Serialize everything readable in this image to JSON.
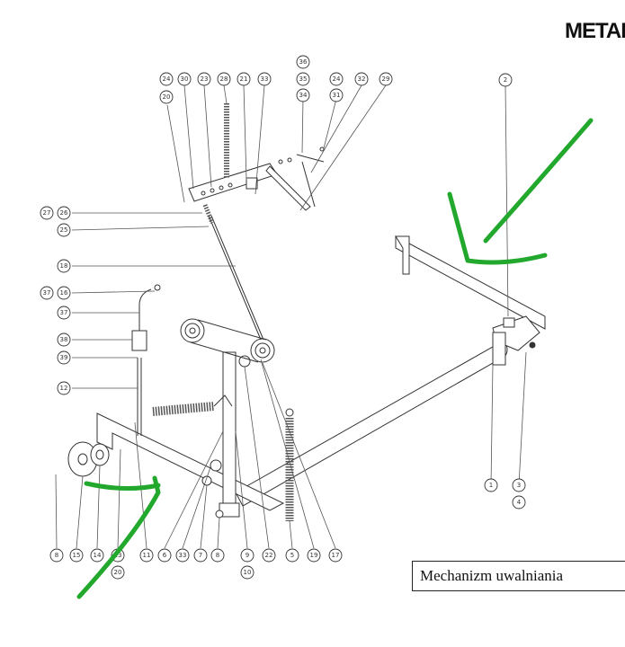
{
  "brand": {
    "text": "METAL"
  },
  "caption": {
    "text": "Mechanizm uwalniania"
  },
  "colors": {
    "annotation": "#22a82c",
    "ink": "#333333",
    "background": "#ffffff"
  },
  "callouts": {
    "c24a": "24",
    "c20a": "20",
    "c30": "30",
    "c23": "23",
    "c28": "28",
    "c21": "21",
    "c33a": "33",
    "c36": "36",
    "c35": "35",
    "c34": "34",
    "c24b": "24",
    "c31": "31",
    "c32": "32",
    "c29": "29",
    "c2": "2",
    "c27": "27",
    "c26": "26",
    "c25": "25",
    "c18": "18",
    "c37a": "37",
    "c16": "16",
    "c37b": "37",
    "c38": "38",
    "c39": "39",
    "c12": "12",
    "c1": "1",
    "c3": "3",
    "c4": "4",
    "c8a": "8",
    "c15": "15",
    "c14": "14",
    "c13": "13",
    "c20b": "20",
    "c11": "11",
    "c6": "6",
    "c33b": "33",
    "c7": "7",
    "c8b": "8",
    "c9": "9",
    "c10": "10",
    "c22": "22",
    "c5": "5",
    "c19": "19",
    "c17": "17"
  }
}
